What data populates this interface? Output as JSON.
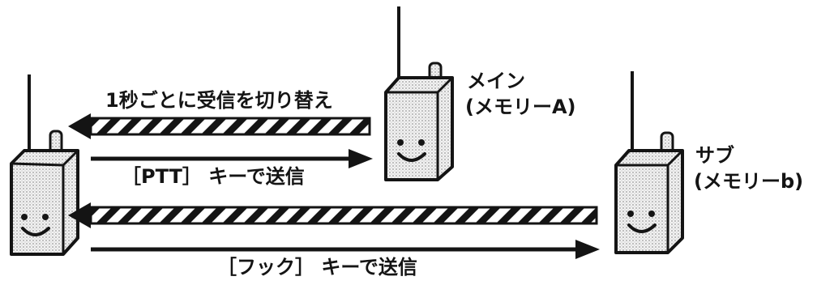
{
  "diagram": {
    "arrows": {
      "receive_switch": "1秒ごとに受信を切り替え",
      "ptt_transmit": "［PTT］ キーで送信",
      "hook_transmit": "［フック］ キーで送信"
    },
    "radios": {
      "main": {
        "line1": "メイン",
        "line2": "(メモリーA)"
      },
      "sub": {
        "line1": "サブ",
        "line2": "(メモリーb)"
      }
    },
    "colors": {
      "ink": "#141414",
      "radio_fill": "#e6e6e6"
    }
  }
}
